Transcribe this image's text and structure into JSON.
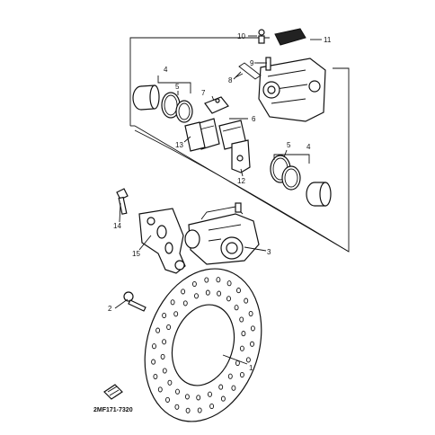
{
  "diagram": {
    "part_code": "2MF171-7320",
    "callouts": {
      "c1": "1",
      "c2": "2",
      "c3": "3",
      "c4a": "4",
      "c4b": "4",
      "c5a": "5",
      "c5b": "5",
      "c6": "6",
      "c7": "7",
      "c8": "8",
      "c9": "9",
      "c10": "10",
      "c11": "11",
      "c12": "12",
      "c13": "13",
      "c14": "14",
      "c15": "15"
    }
  }
}
